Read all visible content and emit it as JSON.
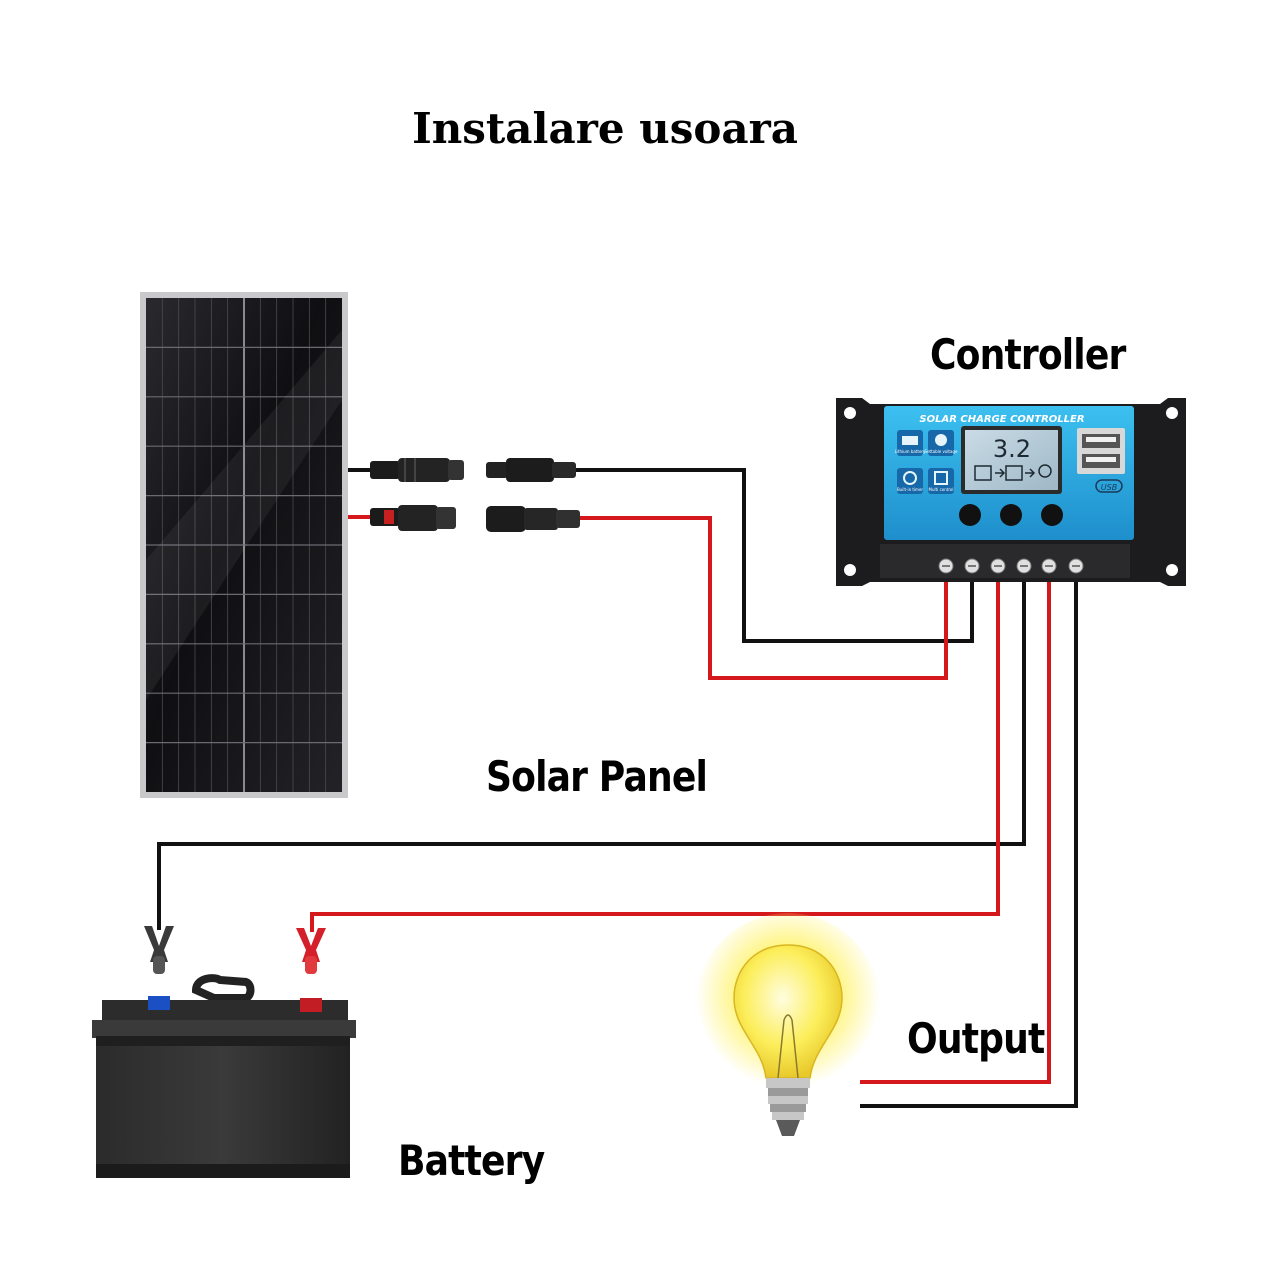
{
  "title": "Instalare usoara",
  "labels": {
    "controller": "Controller",
    "solar_panel": "Solar Panel",
    "output": "Output",
    "battery": "Battery"
  },
  "controller": {
    "header": "SOLAR CHARGE CONTROLLER",
    "display_value": "3.2",
    "usb_label": "USB",
    "icon_labels": [
      "Lithium battery",
      "Settable voltage",
      "Built-in timer",
      "Multi control"
    ]
  },
  "colors": {
    "positive_wire": "#d4181c",
    "negative_wire": "#111111",
    "controller_face": "#29a8e0",
    "controller_body": "#1c1c1e",
    "bulb_glow": "#fff36a"
  },
  "icons": [
    "solar-panel-icon",
    "mc4-connector-icon",
    "battery-clamp-icon",
    "battery-icon",
    "light-bulb-icon",
    "usb-port-icon"
  ]
}
